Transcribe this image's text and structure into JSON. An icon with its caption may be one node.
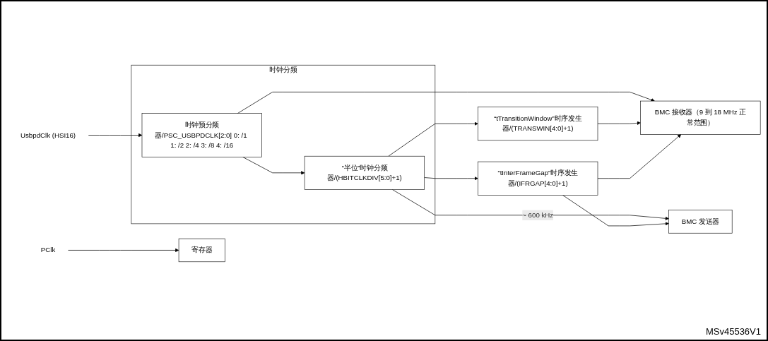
{
  "diagram": {
    "nodes": [
      {
        "text": [
          "UsbpdClk (HSI16)"
        ]
      },
      {
        "text": [
          "时钟分频"
        ]
      },
      {
        "text": [
          "时钟预分频器/PSC_USBPDCLK[2:0] 0: /1 1: /2 2: /4 3: /8 4: /16"
        ],
        "in": 1
      },
      {
        "text": [
          "“半位”时钟分频器/(HBITCLKDIV[5:0]+1)"
        ],
        "in": 1
      },
      {
        "text": [
          "BMC 接收器（9 到 18 MHz 正常范围）"
        ]
      },
      {
        "text": [
          "BMC 发送器"
        ]
      },
      {
        "text": [
          "“tTransitionWindow”时序发生器/(TRANSWIN[4:0]+1)"
        ]
      },
      {
        "text": [
          "“tInterFrameGap”时序发生器/(IFRGAP[4:0]+1)"
        ]
      },
      {
        "text": [
          "PClk"
        ]
      },
      {
        "text": [
          "寄存器"
        ]
      }
    ],
    "edges": [
      {
        "from": 0,
        "to": 2,
        "arrow": "to"
      },
      {
        "from": 2,
        "to": 4,
        "arrow": "to"
      },
      {
        "from": 2,
        "to": 3,
        "arrow": "to"
      },
      {
        "from": 3,
        "to": 5,
        "arrow": "to",
        "label": "~ 600 kHz"
      },
      {
        "from": 3,
        "to": 6,
        "arrow": "to"
      },
      {
        "from": 3,
        "to": 7,
        "arrow": "to"
      },
      {
        "from": 6,
        "to": 4,
        "arrow": "to"
      },
      {
        "from": 7,
        "to": 4,
        "arrow": "to"
      },
      {
        "from": 7,
        "to": 5,
        "arrow": "to"
      },
      {
        "from": 8,
        "to": 9,
        "arrow": "to"
      }
    ],
    "labels": [
      "MSv45536V1"
    ]
  }
}
